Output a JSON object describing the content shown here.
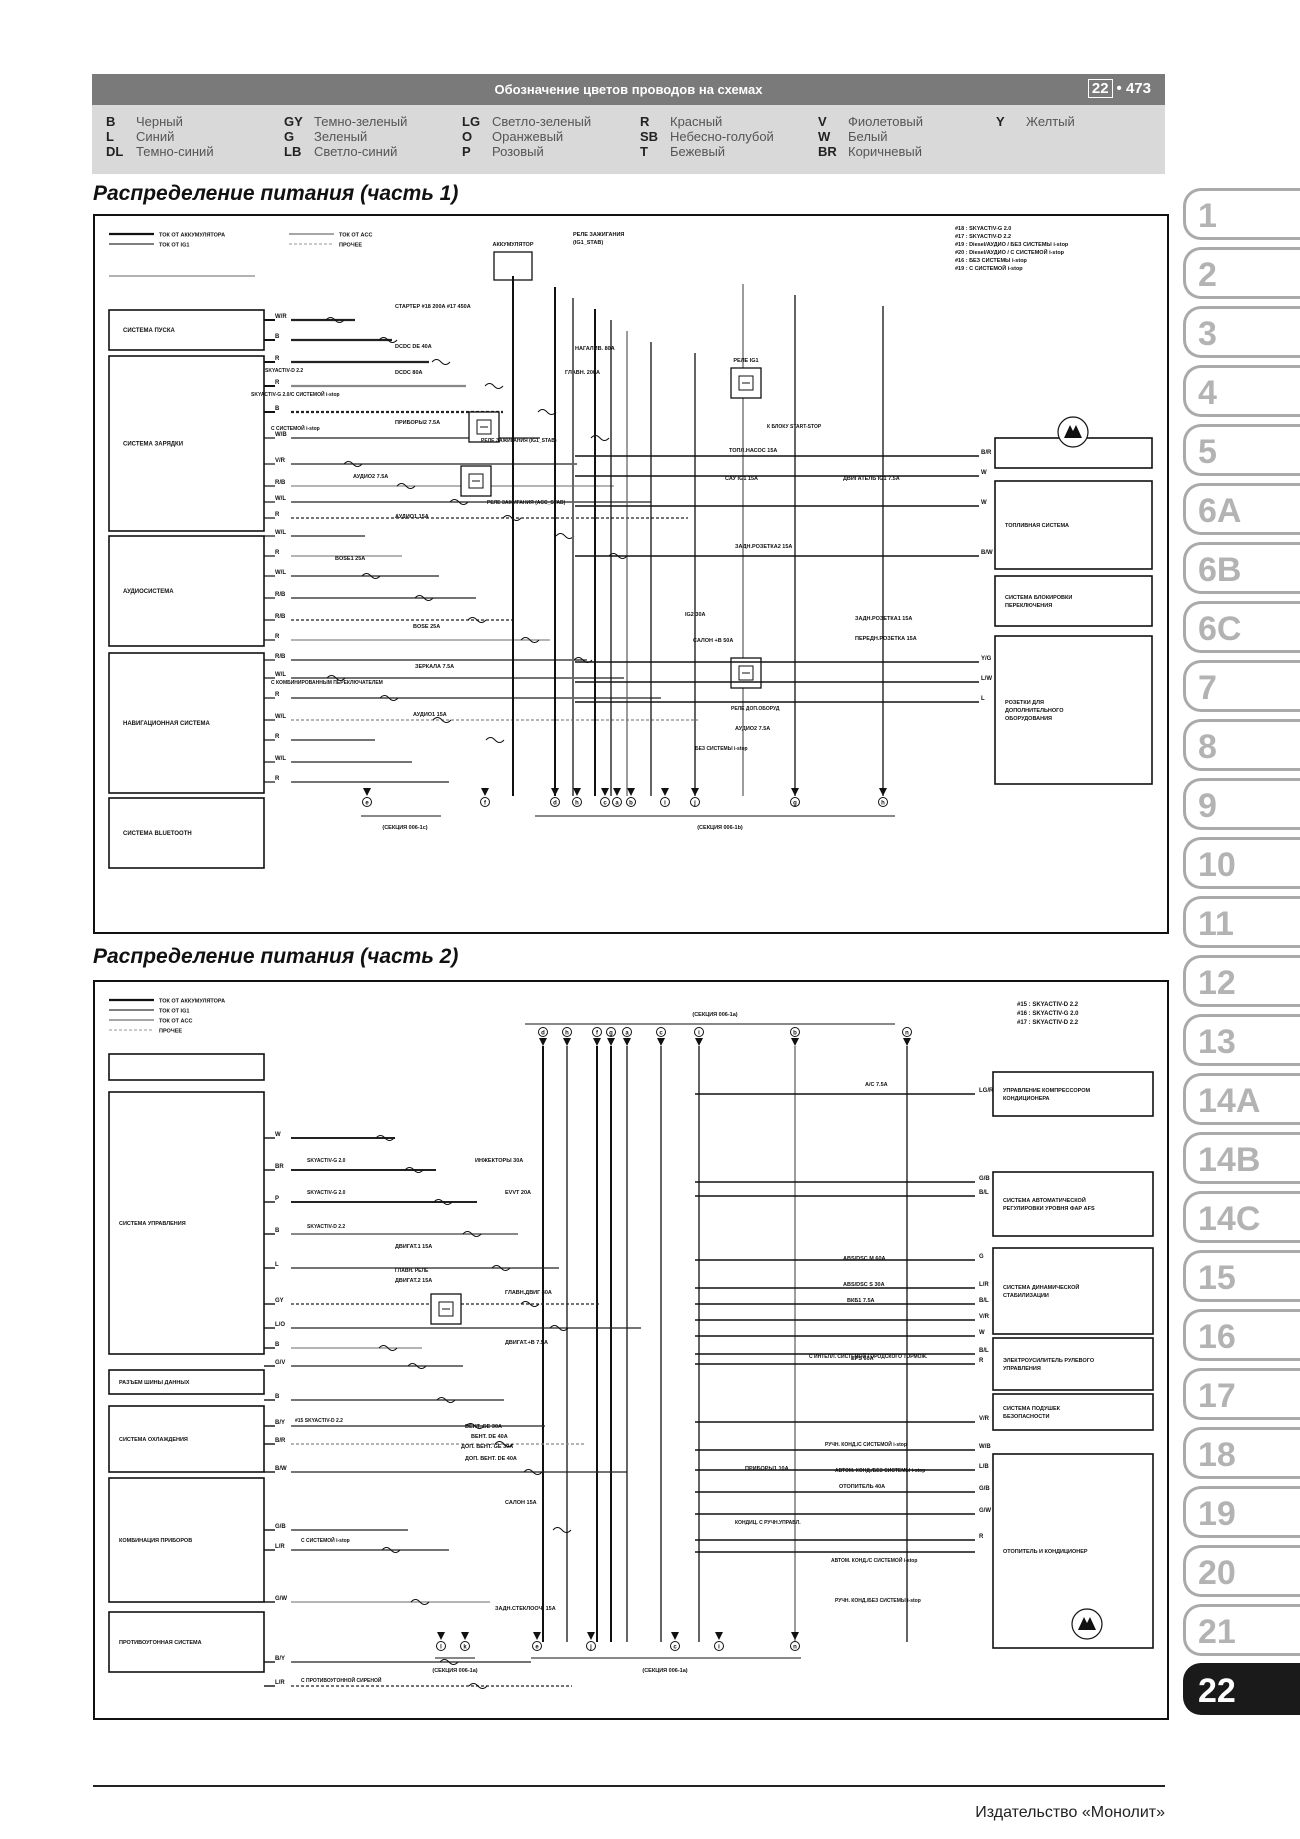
{
  "header": {
    "title": "Обозначение цветов проводов на схемах",
    "chapter": "22",
    "page_number": "473"
  },
  "legend": [
    {
      "code": "B",
      "name": "Черный"
    },
    {
      "code": "L",
      "name": "Синий"
    },
    {
      "code": "DL",
      "name": "Темно-синий"
    },
    {
      "code": "GY",
      "name": "Темно-зеленый"
    },
    {
      "code": "G",
      "name": "Зеленый"
    },
    {
      "code": "LB",
      "name": "Светло-синий"
    },
    {
      "code": "LG",
      "name": "Светло-зеленый"
    },
    {
      "code": "O",
      "name": "Оранжевый"
    },
    {
      "code": "P",
      "name": "Розовый"
    },
    {
      "code": "R",
      "name": "Красный"
    },
    {
      "code": "SB",
      "name": "Небесно-голубой"
    },
    {
      "code": "T",
      "name": "Бежевый"
    },
    {
      "code": "V",
      "name": "Фиолетовый"
    },
    {
      "code": "W",
      "name": "Белый"
    },
    {
      "code": "BR",
      "name": "Коричневый"
    },
    {
      "code": "Y",
      "name": "Желтый"
    }
  ],
  "sections": [
    {
      "title": "Распределение питания (часть 1)",
      "wire_legend": [
        "ТОК ОТ АККУМУЛЯТОРА",
        "ТОК ОТ IG1",
        "ТОК ОТ ACC",
        "ПРОЧЕЕ"
      ],
      "notes": [
        "#18 : SKYACTIV-G 2.0",
        "#17 : SKYACTIV-D 2.2",
        "#19 : Diesel/АУДИО / БЕЗ СИСТЕМЫ i-stop",
        "#20 : Diesel/АУДИО / С СИСТЕМОЙ i-stop",
        "#16 : БЕЗ СИСТЕМЫ i-stop",
        "#19 : С СИСТЕМОЙ i-stop"
      ],
      "top_labels": {
        "battery": "АККУМУЛЯТОР",
        "ig_relay": "РЕЛЕ ЗАЖИГАНИЯ (IG1_STAB)",
        "relay_ig1": "РЕЛЕ IG1",
        "to_block": "К БЛОКУ START-STOP"
      },
      "left_blocks": [
        "СИСТЕМА ПУСКА",
        "СИСТЕМА ЗАРЯДКИ",
        "АУДИОСИСТЕМА",
        "НАВИГАЦИОННАЯ СИСТЕМА",
        "СИСТЕМА BLUETOOTH"
      ],
      "right_blocks": [
        "",
        "ТОПЛИВНАЯ СИСТЕМА",
        "СИСТЕМА БЛОКИРОВКИ ПЕРЕКЛЮЧЕНИЯ",
        "РОЗЕТКИ ДЛЯ ДОПОЛНИТЕЛЬНОГО ОБОРУДОВАНИЯ"
      ],
      "fuses": [
        {
          "label": "СТАРТЕР",
          "rating": "#18 200A #17 450A"
        },
        {
          "label": "DCDC DE 40A",
          "rating": ""
        },
        {
          "label": "DCDC 80A",
          "rating": ""
        },
        {
          "label": "НАГАЛИВ. 80A",
          "rating": ""
        },
        {
          "label": "ГЛАВН. 200A",
          "rating": ""
        },
        {
          "label": "ПРИБОРЫ2 7.5A",
          "rating": ""
        },
        {
          "label": "ТОПЛ.НАСОС 15A",
          "rating": ""
        },
        {
          "label": "САУ IG1 15A",
          "rating": ""
        },
        {
          "label": "ДВИГАТЕЛЬ IG1 7.5A",
          "rating": ""
        },
        {
          "label": "АУДИО2 7.5A",
          "rating": ""
        },
        {
          "label": "АУДИО1 15A",
          "rating": ""
        },
        {
          "label": "BOSE1 25A",
          "rating": ""
        },
        {
          "label": "BOSE 25A",
          "rating": ""
        },
        {
          "label": "ЗЕРКАЛА 7.5A",
          "rating": ""
        },
        {
          "label": "АУДИО1 15A",
          "rating": ""
        },
        {
          "label": "ЗАДН.РОЗЕТКА2 15A",
          "rating": ""
        },
        {
          "label": "IG2 30A",
          "rating": ""
        },
        {
          "label": "САЛОН +B 50A",
          "rating": ""
        },
        {
          "label": "ЗАДН.РОЗЕТКА1 15A",
          "rating": ""
        },
        {
          "label": "ПЕРЕДН.РОЗЕТКА 15A",
          "rating": ""
        },
        {
          "label": "АУДИО2 7.5A",
          "rating": ""
        }
      ],
      "wire_codes_left": [
        "W/R",
        "B",
        "R",
        "R",
        "B",
        "W/B",
        "V/R",
        "R/B",
        "W/L",
        "R",
        "W/L",
        "R",
        "W/L",
        "R/B",
        "R/B",
        "R",
        "R/B",
        "W/L",
        "R",
        "W/L",
        "R",
        "W/L",
        "R"
      ],
      "wire_codes_right": [
        "B/R",
        "W",
        "W",
        "B/W",
        "Y/G",
        "L/W",
        "L"
      ],
      "bottom": {
        "left_section": "(СЕКЦИЯ 006-1с)",
        "right_section": "(СЕКЦИЯ 006-1b)",
        "bus_letters": [
          "e",
          "f",
          "d",
          "h",
          "c",
          "a",
          "b",
          "i",
          "j",
          "g",
          "h"
        ]
      },
      "misc": [
        "SKYACTIV-D 2.2",
        "SKYACTIV-G 2.0/С СИСТЕМОЙ i-stop",
        "С СИСТЕМОЙ i-stop",
        "РЕЛЕ ДОП.ОБОРУД",
        "БЕЗ СИСТЕМЫ i-stop",
        "РЕЛЕ ЗАЖИГАНИЯ (ACC_STAB)",
        "РЕЛЕ ЗАЖИГАНИЯ (IG1_STAB)",
        "С КОМБИНИРОВАННЫМ ПЕРЕКЛЮЧАТЕЛЕМ"
      ]
    },
    {
      "title": "Распределение питания (часть 2)",
      "wire_legend": [
        "ТОК ОТ АККУМУЛЯТОРА",
        "ТОК ОТ IG1",
        "ТОК ОТ ACC",
        "ПРОЧЕЕ"
      ],
      "notes": [
        "#15 : SKYACTIV-D 2.2",
        "#16 : SKYACTIV-G 2.0",
        "#17 : SKYACTIV-D 2.2"
      ],
      "top_section": "(СЕКЦИЯ 006-1а)",
      "left_blocks": [
        "",
        "СИСТЕМА УПРАВЛЕНИЯ",
        "РАЗЪЕМ ШИНЫ ДАННЫХ",
        "СИСТЕМА ОХЛАЖДЕНИЯ",
        "КОМБИНАЦИЯ ПРИБОРОВ",
        "ПРОТИВОУГОННАЯ СИСТЕМА"
      ],
      "right_blocks": [
        "УПРАВЛЕНИЕ КОМПРЕССОРОМ КОНДИЦИОНЕРА",
        "СИСТЕМА АВТОМАТИЧЕСКОЙ РЕГУЛИРОВКИ УРОВНЯ ФАР AFS",
        "СИСТЕМА ДИНАМИЧЕСКОЙ СТАБИЛИЗАЦИИ",
        "ЭЛЕКТРОУСИЛИТЕЛЬ РУЛЕВОГО УПРАВЛЕНИЯ",
        "СИСТЕМА ПОДУШЕК БЕЗОПАСНОСТИ",
        "ОТОПИТЕЛЬ И КОНДИЦИОНЕР"
      ],
      "fuses": [
        {
          "label": "A/C 7.5A",
          "rating": ""
        },
        {
          "label": "ИНЖЕКТОРЫ 30A",
          "rating": ""
        },
        {
          "label": "EVVT 20A",
          "rating": ""
        },
        {
          "label": "ДВИГАТ.1 15A",
          "rating": ""
        },
        {
          "label": "ДВИГАТ.2 15A",
          "rating": ""
        },
        {
          "label": "ГЛАВН.ДВИГ 40A",
          "rating": ""
        },
        {
          "label": "ДВИГАТ.+B 7.5A",
          "rating": ""
        },
        {
          "label": "ABS/DSC M 60A",
          "rating": ""
        },
        {
          "label": "ABS/DSC S 30A",
          "rating": ""
        },
        {
          "label": "ВКБ1 7.5A",
          "rating": ""
        },
        {
          "label": "EPS 60A",
          "rating": ""
        },
        {
          "label": "ВЕНТ. GE 30A",
          "rating": ""
        },
        {
          "label": "ВЕНТ. DE 40A",
          "rating": ""
        },
        {
          "label": "ДОП. ВЕНТ. GE 30A",
          "rating": ""
        },
        {
          "label": "ДОП. ВЕНТ. DE 40A",
          "rating": ""
        },
        {
          "label": "ПРИБОРЫ1 10A",
          "rating": ""
        },
        {
          "label": "САЛОН 15A",
          "rating": ""
        },
        {
          "label": "ОТОПИТЕЛЬ 40A",
          "rating": ""
        },
        {
          "label": "ЗАДН.СТЕКЛООЧ. 15A",
          "rating": ""
        }
      ],
      "wire_codes_left": [
        "W",
        "BR",
        "P",
        "B",
        "L",
        "GY",
        "L/O",
        "B",
        "G/V",
        "B",
        "B/Y",
        "B/R",
        "B/W",
        "G/B",
        "L/R",
        "G/W",
        "B/Y",
        "L/R"
      ],
      "wire_codes_right": [
        "LG/R",
        "G/B",
        "B/L",
        "G",
        "L/R",
        "B/L",
        "V/R",
        "W",
        "B/L",
        "R",
        "V/R",
        "W/B",
        "L/B",
        "G/B",
        "G/W",
        "R"
      ],
      "bottom": {
        "left_section": "(СЕКЦИЯ 006-1а)",
        "right_section": "(СЕКЦИЯ 006-1а)",
        "bus_letters": [
          "l",
          "k",
          "e",
          "j",
          "c",
          "i",
          "n"
        ]
      },
      "misc": [
        "SKYACTIV-G 2.0",
        "SKYACTIV-G 2.0",
        "SKYACTIV-D 2.2",
        "ГЛАВН. РЕЛЕ",
        "С ИНТЕЛЛ. СИСТЕМОЙ ГОРОДСКОГО ТОРМОЖ.",
        "РУЧН. КОНД./С СИСТЕМОЙ i-stop",
        "АВТОМ. КОНД./БЕЗ СИСТЕМЫ i-stop",
        "КОНДИЦ. С РУЧН.УПРАВЛ.",
        "АВТОМ. КОНД./С СИСТЕМОЙ i-stop",
        "РУЧН. КОНД./БЕЗ СИСТЕМЫ i-stop",
        "С СИСТЕМОЙ i-stop",
        "С ПРОТИВОУГОННОЙ СИРЕНОЙ",
        "#15 SKYACTIV-D 2.2"
      ]
    }
  ],
  "tabs": [
    "1",
    "2",
    "3",
    "4",
    "5",
    "6A",
    "6B",
    "6C",
    "7",
    "8",
    "9",
    "10",
    "11",
    "12",
    "13",
    "14A",
    "14B",
    "14C",
    "15",
    "16",
    "17",
    "18",
    "19",
    "20",
    "21",
    "22"
  ],
  "active_tab": "22",
  "footer": {
    "publisher": "Издательство «Монолит»"
  }
}
